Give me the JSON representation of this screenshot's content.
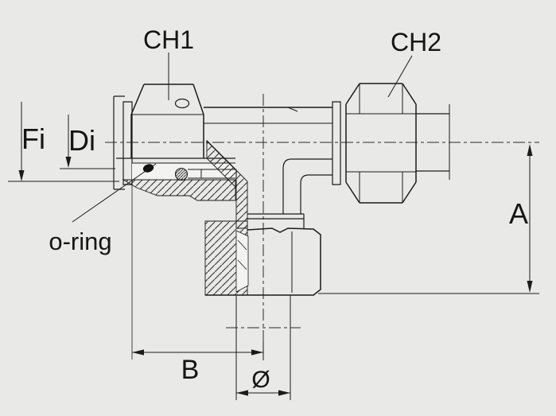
{
  "meta": {
    "kind": "technical cross-section drawing",
    "subject": "tee swivel tube fitting with o-ring face seal",
    "background": "#e9e9e7",
    "line_color": "#1b1b1b"
  },
  "drawing": {
    "dimension_labels": {
      "ch1": "CH1",
      "ch2": "CH2",
      "fi": "Fi",
      "di": "Di",
      "a": "A",
      "b": "B",
      "diameter": "Ø"
    },
    "callouts": {
      "oring": "o-ring"
    }
  }
}
